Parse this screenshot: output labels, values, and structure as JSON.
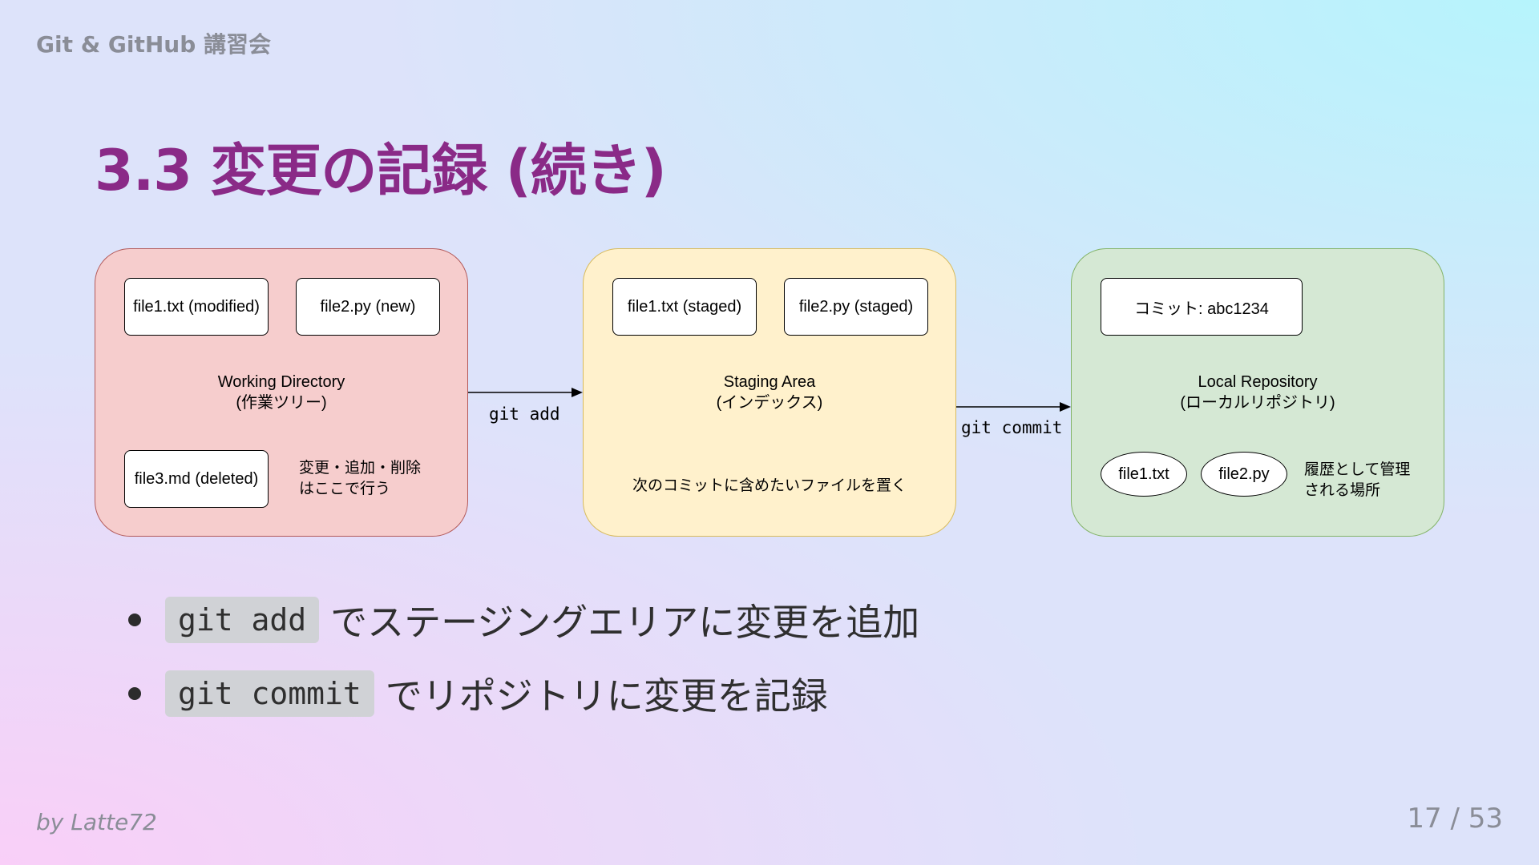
{
  "header": {
    "text": "Git & GitHub 講習会"
  },
  "slide": {
    "title": "3.3 変更の記録 (続き)"
  },
  "diagram": {
    "working_directory": {
      "label_line1": "Working Directory",
      "label_line2": "(作業ツリー)",
      "files": [
        "file1.txt (modified)",
        "file2.py (new)",
        "file3.md (deleted)"
      ],
      "note_line1": "変更・追加・削除",
      "note_line2": "はここで行う"
    },
    "staging_area": {
      "label_line1": "Staging Area",
      "label_line2": "(インデックス)",
      "files": [
        "file1.txt (staged)",
        "file2.py (staged)"
      ],
      "note": "次のコミットに含めたいファイルを置く"
    },
    "local_repository": {
      "label_line1": "Local Repository",
      "label_line2": "(ローカルリポジトリ)",
      "commit": "コミット: abc1234",
      "files": [
        "file1.txt",
        "file2.py"
      ],
      "note_line1": "履歴として管理",
      "note_line2": "される場所"
    },
    "arrows": {
      "add_label": "git add",
      "commit_label": "git commit"
    }
  },
  "bullets": [
    {
      "code": "git add",
      "text": "でステージングエリアに変更を追加"
    },
    {
      "code": "git commit",
      "text": "でリポジトリに変更を記録"
    }
  ],
  "footer": {
    "author": "by Latte72",
    "page": "17 / 53"
  }
}
